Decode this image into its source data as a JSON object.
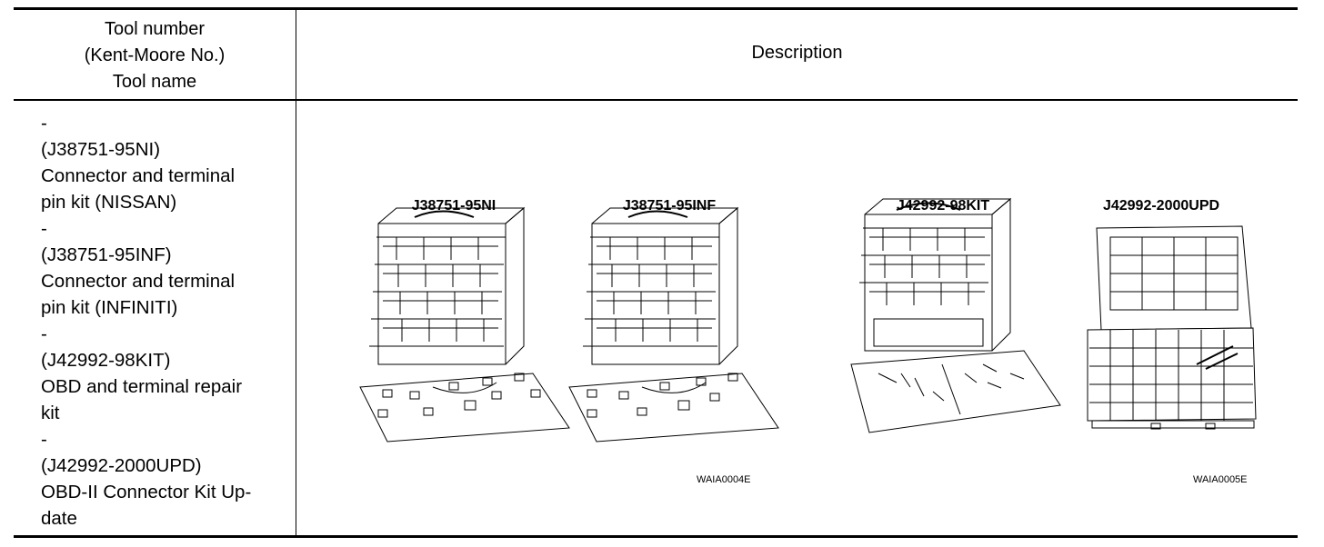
{
  "header": {
    "tool_col": [
      "Tool number",
      "(Kent-Moore No.)",
      "Tool name"
    ],
    "description_col": "Description"
  },
  "tools": [
    "-",
    "(J38751-95NI)",
    "Connector and terminal",
    "pin kit (NISSAN)",
    "-",
    "(J38751-95INF)",
    "Connector and terminal",
    "pin kit (INFINITI)",
    "-",
    "(J42992-98KIT)",
    "OBD and terminal repair",
    "kit",
    "-",
    "(J42992-2000UPD)",
    "OBD-II Connector Kit Up-",
    "date"
  ],
  "illustration": {
    "kit_labels": [
      "J38751-95NI",
      "J38751-95INF",
      "J42992-98KIT",
      "J42992-2000UPD"
    ],
    "figure_codes": [
      "WAIA0004E",
      "WAIA0005E"
    ]
  }
}
